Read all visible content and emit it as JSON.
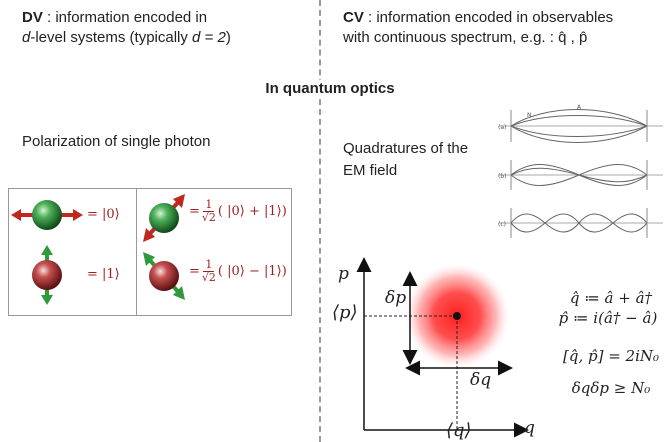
{
  "dv": {
    "label": "DV",
    "line1": " : information encoded in",
    "line2_var": "d",
    "line2_text": "-level systems (typically ",
    "line2_eq": "d = 2",
    "line2_end": ")"
  },
  "cv": {
    "label": "CV",
    "line1": " : information encoded in observables",
    "line2": "with continuous spectrum, e.g. : q̂ , p̂"
  },
  "center_title": "In quantum optics",
  "polarization_title": "Polarization of single photon",
  "quadratures_title_1": "Quadratures of the",
  "quadratures_title_2": "EM field",
  "states": {
    "h": "= |0⟩",
    "v": "= |1⟩",
    "d_prefix": "=",
    "d_frac_num": "1",
    "d_frac_den": "√2",
    "d_body": "( |0⟩ + |1⟩)",
    "a_prefix": "=",
    "a_frac_num": "1",
    "a_frac_den": "√2",
    "a_body": "( |0⟩ − |1⟩)"
  },
  "wave_labels": {
    "a": "(a)",
    "b": "(b)",
    "c": "(c)",
    "node": "N",
    "antinode": "A"
  },
  "phase_space": {
    "axis_p": "p",
    "axis_q": "q",
    "mean_p": "⟨p⟩",
    "mean_q": "⟨q⟩",
    "delta_p": "δp",
    "delta_q": "δq"
  },
  "equations": {
    "q_def": "q̂ ≔ â + â†",
    "p_def": "p̂ ≔ i(â† − â)",
    "commutator": "[q̂, p̂] = 2iN₀",
    "uncertainty": "δqδp ≥ N₀"
  },
  "colors": {
    "arrow_red": "#c0281e",
    "arrow_green": "#2f9a3a",
    "ket_red": "#a02020",
    "gaussian": "#ff2a2a"
  }
}
